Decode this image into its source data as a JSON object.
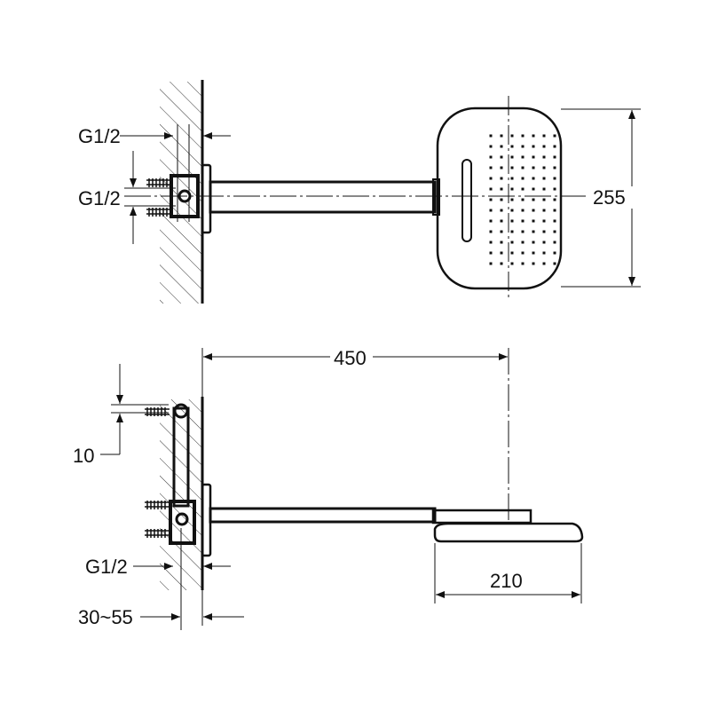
{
  "drawing": {
    "top_view": {
      "label_g12_upper": "G1/2",
      "label_g12_lower": "G1/2",
      "label_height": "255"
    },
    "side_view": {
      "label_length": "450",
      "label_spacing": "10",
      "label_g12": "G1/2",
      "label_depth": "30~55",
      "label_head_width": "210"
    }
  },
  "colors": {
    "line": "#111111",
    "background": "#ffffff"
  }
}
